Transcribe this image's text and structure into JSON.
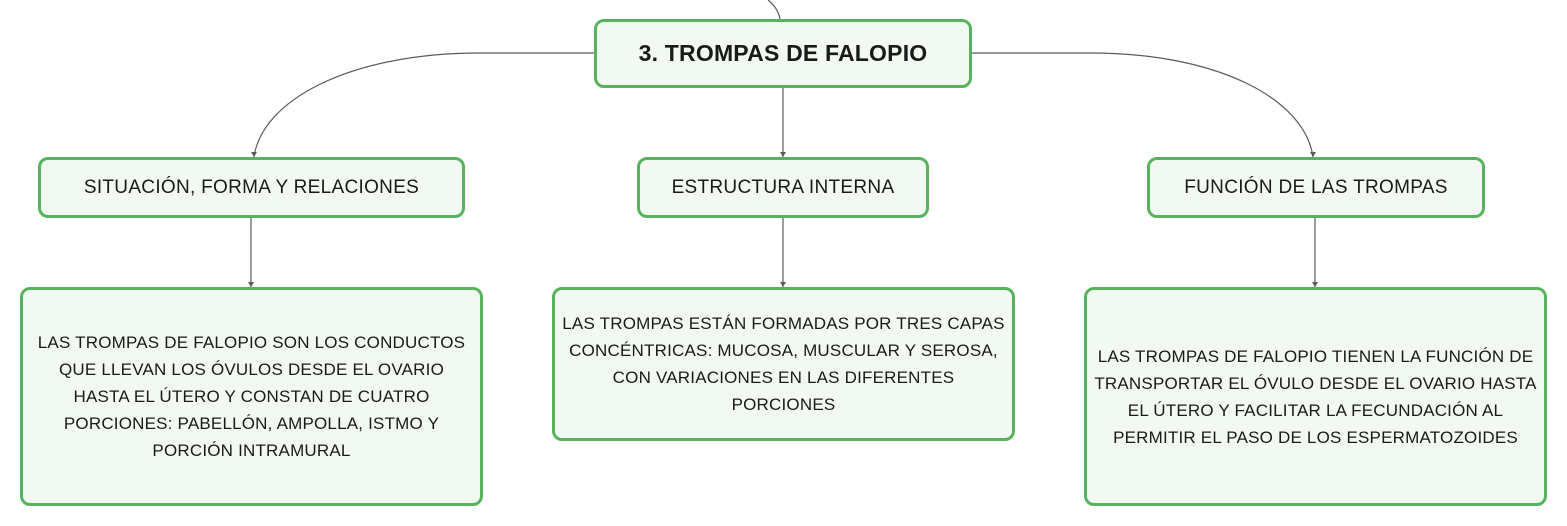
{
  "diagram": {
    "root": {
      "label": "3. TROMPAS DE FALOPIO"
    },
    "branches": [
      {
        "label": "SITUACIÓN, FORMA Y RELACIONES",
        "detail": "LAS TROMPAS DE FALOPIO SON LOS CONDUCTOS QUE LLEVAN LOS ÓVULOS DESDE EL OVARIO HASTA EL ÚTERO Y CONSTAN DE CUATRO PORCIONES: PABELLÓN, AMPOLLA, ISTMO Y PORCIÓN INTRAMURAL"
      },
      {
        "label": "ESTRUCTURA INTERNA",
        "detail": "LAS TROMPAS ESTÁN FORMADAS POR TRES CAPAS CONCÉNTRICAS: MUCOSA, MUSCULAR Y SEROSA, CON VARIACIONES EN LAS DIFERENTES PORCIONES"
      },
      {
        "label": "FUNCIÓN DE LAS TROMPAS",
        "detail": "LAS TROMPAS DE FALOPIO TIENEN LA FUNCIÓN DE TRANSPORTAR EL ÓVULO DESDE EL OVARIO HASTA EL ÚTERO Y FACILITAR LA FECUNDACIÓN AL PERMITIR EL PASO DE LOS ESPERMATOZOIDES"
      }
    ]
  },
  "colors": {
    "node_border": "#57b35e",
    "node_fill": "#f1f9f2",
    "connector": "#5a5a5a"
  }
}
